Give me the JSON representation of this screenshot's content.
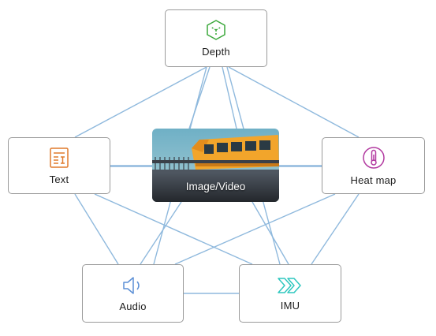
{
  "nodes": {
    "depth": {
      "label": "Depth",
      "icon": "cube-icon"
    },
    "text": {
      "label": "Text",
      "icon": "document-icon"
    },
    "heatmap": {
      "label": "Heat map",
      "icon": "thermometer-icon"
    },
    "audio": {
      "label": "Audio",
      "icon": "speaker-icon"
    },
    "imu": {
      "label": "IMU",
      "icon": "double-chevron-icon"
    },
    "image_video": {
      "label": "Image/Video",
      "image": "train-on-elevated-track-photo"
    }
  },
  "colors": {
    "edge": "#8fb9dd",
    "node_border": "#9a9a9a",
    "depth_icon": "#3aa83a",
    "text_icon": "#e07a2c",
    "heatmap_icon": "#b23aa0",
    "audio_icon": "#5b8fd6",
    "imu_icon": "#2ec7bf"
  }
}
